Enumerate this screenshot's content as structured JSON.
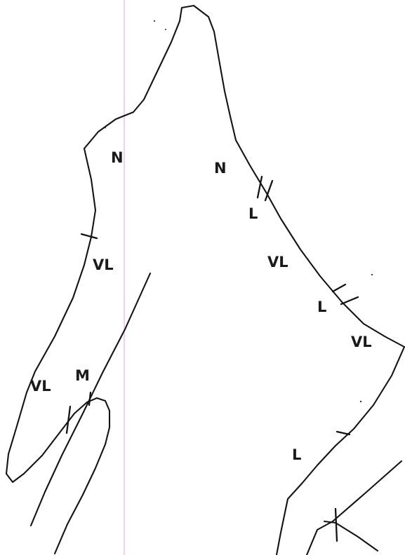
{
  "sketch": {
    "colors": {
      "ink": "#141414",
      "paper": "#ffffff",
      "fold_line": "#f4cfe6"
    },
    "labels": [
      {
        "id": "n-left",
        "text": "N"
      },
      {
        "id": "n-right",
        "text": "N"
      },
      {
        "id": "l-right-1",
        "text": "L"
      },
      {
        "id": "vl-left",
        "text": "VL"
      },
      {
        "id": "vl-right-1",
        "text": "VL"
      },
      {
        "id": "l-right-2",
        "text": "L"
      },
      {
        "id": "vl-right-2",
        "text": "VL"
      },
      {
        "id": "vl-left-lower",
        "text": "VL"
      },
      {
        "id": "m-left",
        "text": "M"
      },
      {
        "id": "l-right-3",
        "text": "L"
      }
    ]
  }
}
